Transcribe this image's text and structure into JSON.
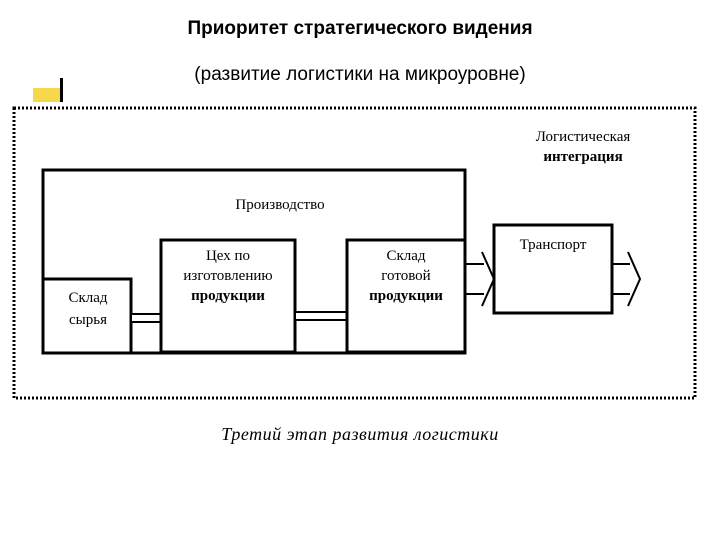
{
  "header": {
    "title": "Приоритет стратегического видения",
    "subtitle": "(развитие логистики на микроуровне)"
  },
  "diagram": {
    "integration_label_line1": "Логистическая",
    "integration_label_line2": "интеграция",
    "production_label": "Производство",
    "raw_warehouse_line1": "Склад",
    "raw_warehouse_line2": "сырья",
    "workshop_line1": "Цех по",
    "workshop_line2": "изготовлению",
    "workshop_line3": "продукции",
    "finished_warehouse_line1": "Склад",
    "finished_warehouse_line2": "готовой",
    "finished_warehouse_line3": "продукции",
    "transport_label": "Транспорт"
  },
  "caption": "Третий этап развития логистики",
  "colors": {
    "bullet": "#f5d94a"
  }
}
